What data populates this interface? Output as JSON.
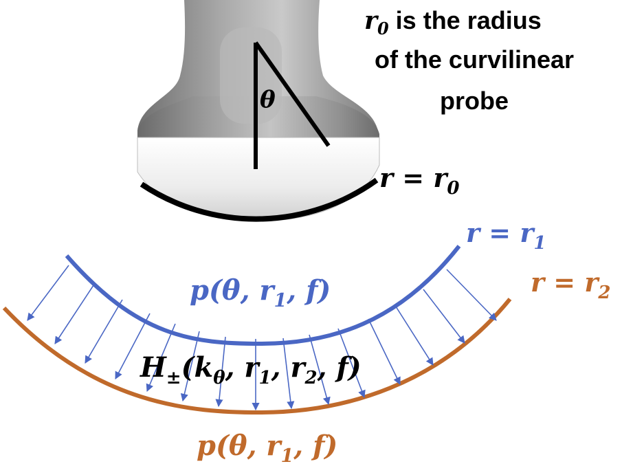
{
  "caption": {
    "line1_symbol": "r",
    "line1_sub": "0",
    "line1_rest": " is the radius",
    "line2": "of the curvilinear",
    "line3": "probe"
  },
  "angle_label": "θ",
  "labels": {
    "r0_lhs": "r = r",
    "r0_sub": "0",
    "r1_lhs": "r = r",
    "r1_sub": "1",
    "r2_lhs": "r = r",
    "r2_sub": "2"
  },
  "pressure_blue": {
    "pre": "p(θ, r",
    "sub": "1",
    "post": ", f)"
  },
  "transfer": {
    "pre": "H",
    "sub_pm": "±",
    "a": "(k",
    "sub_theta": "θ",
    "b": ", r",
    "sub1": "1",
    "c": ", r",
    "sub2": "2",
    "d": ", f)"
  },
  "pressure_orange": {
    "pre": "p(θ, r",
    "sub": "1",
    "post": ", f)"
  },
  "colors": {
    "black": "#000000",
    "blue": "#4a67c4",
    "orange": "#c06a2b",
    "probe_dark": "#8c8c8c",
    "probe_light": "#e9e9e9"
  }
}
